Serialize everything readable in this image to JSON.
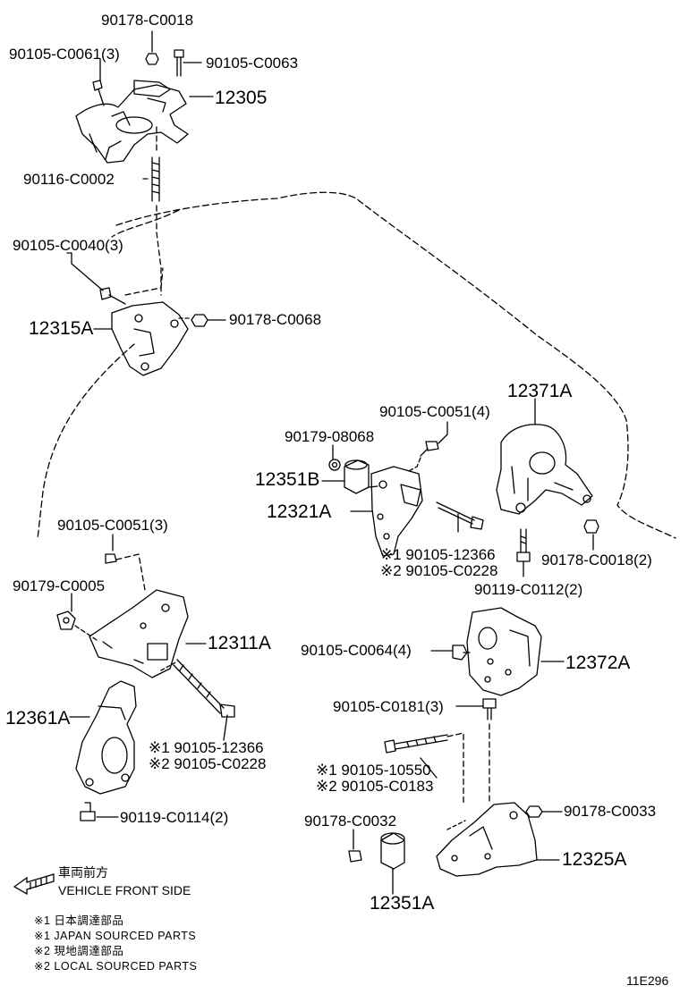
{
  "labels": {
    "p01": "90178-C0018",
    "p02": "90105-C0061(3)",
    "p03": "90105-C0063",
    "p04": "12305",
    "p05": "90116-C0002",
    "p06": "90105-C0040(3)",
    "p07": "90178-C0068",
    "p08": "12315A",
    "p09": "12371A",
    "p10": "90105-C0051(4)",
    "p11": "90179-08068",
    "p12": "12351B",
    "p13": "12321A",
    "p14": "※1 90105-12366",
    "p15": "※2 90105-C0228",
    "p16": "90178-C0018(2)",
    "p17": "90119-C0112(2)",
    "p18": "90105-C0051(3)",
    "p19": "90179-C0005",
    "p20": "12311A",
    "p21": "90105-C0064(4)",
    "p22": "12372A",
    "p23": "12361A",
    "p24": "※1 90105-12366",
    "p25": "※2 90105-C0228",
    "p26": "90105-C0181(3)",
    "p27": "※1 90105-10550",
    "p28": "※2 90105-C0183",
    "p29": "90119-C0114(2)",
    "p30": "90178-C0032",
    "p31": "90178-C0033",
    "p32": "12325A",
    "p33": "12351A"
  },
  "front": {
    "jp": "車両前方",
    "en": "VEHICLE FRONT SIDE"
  },
  "notes": {
    "n1": "※1 日本調達部品",
    "n2": "※1 JAPAN SOURCED PARTS",
    "n3": "※2 現地調達部品",
    "n4": "※2 LOCAL SOURCED PARTS"
  },
  "diagram_code": "11E296"
}
